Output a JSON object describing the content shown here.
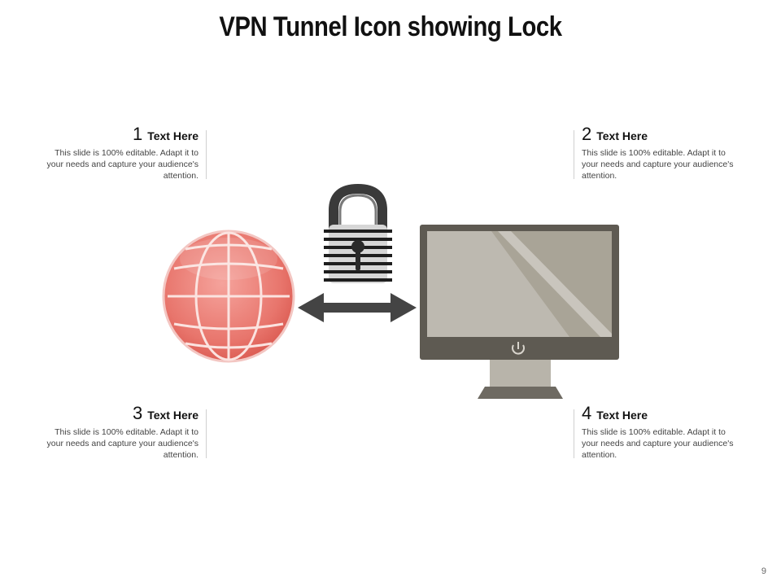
{
  "title": "VPN Tunnel Icon showing Lock",
  "callouts": [
    {
      "num": "1",
      "heading": "Text Here",
      "desc": "This slide is 100% editable. Adapt it to your needs and capture your audience's attention."
    },
    {
      "num": "2",
      "heading": "Text Here",
      "desc": "This slide is 100% editable. Adapt it to your needs and capture your audience's attention."
    },
    {
      "num": "3",
      "heading": "Text Here",
      "desc": "This slide is 100% editable. Adapt it to your needs and capture your audience's attention."
    },
    {
      "num": "4",
      "heading": "Text Here",
      "desc": "This slide is 100% editable. Adapt it to your needs and capture your audience's attention."
    }
  ],
  "page_number": "9",
  "icons": [
    "globe-icon",
    "padlock-icon",
    "double-arrow-icon",
    "monitor-icon",
    "power-icon"
  ],
  "colors": {
    "globe": "#e8756c",
    "dark": "#5e5a52",
    "screen": "#b8b4aa",
    "arrow": "#444444"
  }
}
